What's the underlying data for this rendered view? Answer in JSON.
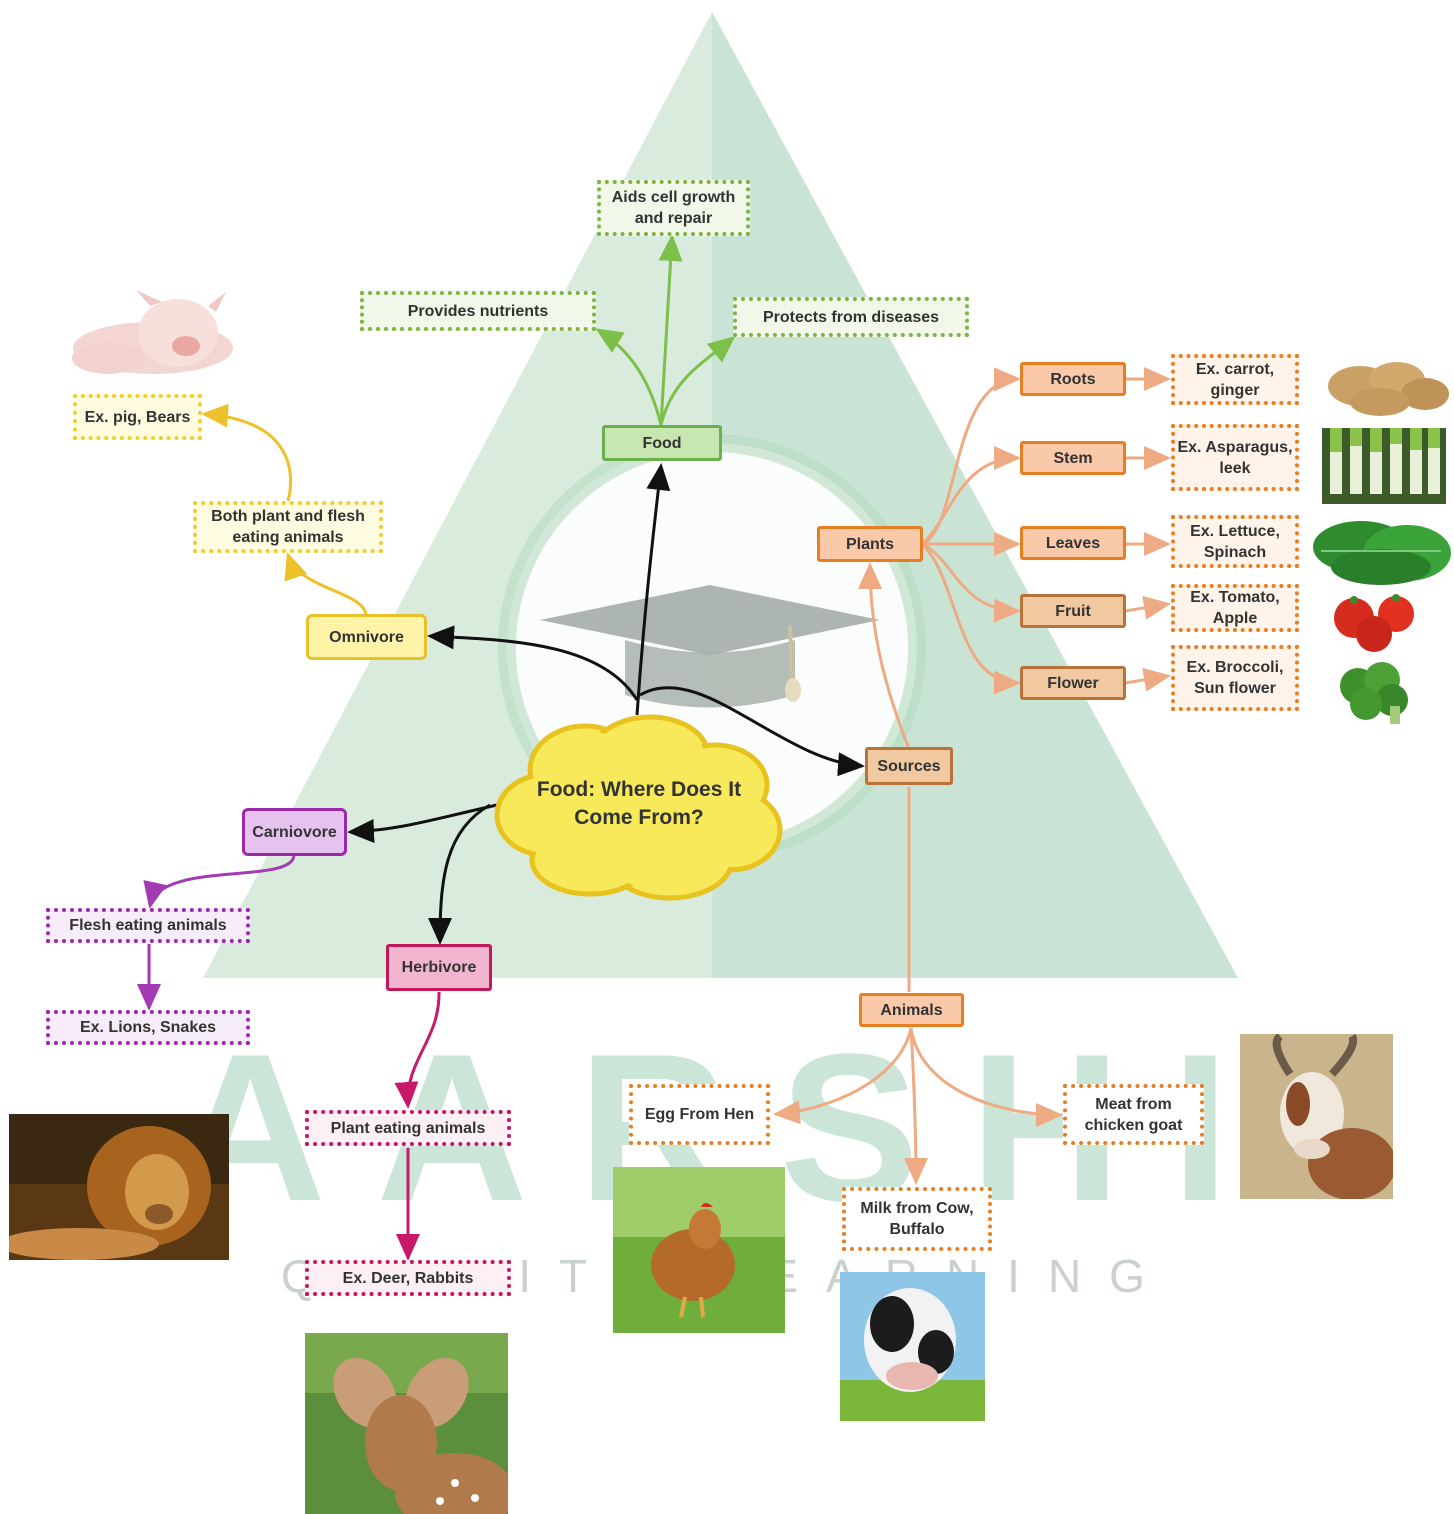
{
  "center": {
    "title": "Food: Where Does It Come From?"
  },
  "food_branch": {
    "label": "Food",
    "items": [
      "Aids cell growth and repair",
      "Provides nutrients",
      "Protects from diseases"
    ]
  },
  "omnivore": {
    "label": "Omnivore",
    "description": "Both plant and flesh eating animals",
    "example": "Ex. pig, Bears"
  },
  "carnivore": {
    "label": "Carniovore",
    "description": "Flesh eating animals",
    "example": "Ex. Lions, Snakes"
  },
  "herbivore": {
    "label": "Herbivore",
    "description": "Plant eating animals",
    "example": "Ex. Deer, Rabbits"
  },
  "sources": {
    "label": "Sources",
    "plants": {
      "label": "Plants",
      "parts": [
        {
          "name": "Roots",
          "example": "Ex. carrot, ginger"
        },
        {
          "name": "Stem",
          "example": "Ex. Asparagus, leek"
        },
        {
          "name": "Leaves",
          "example": "Ex. Lettuce, Spinach"
        },
        {
          "name": "Fruit",
          "example": "Ex. Tomato, Apple"
        },
        {
          "name": "Flower",
          "example": "Ex. Broccoli, Sun flower"
        }
      ]
    },
    "animals": {
      "label": "Animals",
      "products": [
        "Egg From Hen",
        "Milk from Cow, Buffalo",
        "Meat from chicken goat"
      ]
    }
  },
  "watermark": {
    "brand": "AARSHI",
    "tagline": "QUALITY LEARNING"
  },
  "colors": {
    "food": "#6ab04c",
    "omnivore": "#e6c12a",
    "carnivore": "#9b2aa8",
    "herbivore": "#c2185b",
    "sources": "#e67e22",
    "center": "#f7e95a"
  },
  "images": [
    "pig-photo",
    "ginger-photo",
    "leek-photo",
    "spinach-photo",
    "tomato-photo",
    "broccoli-photo",
    "lion-photo",
    "deer-photo",
    "hen-photo",
    "cow-photo",
    "goat-photo"
  ]
}
